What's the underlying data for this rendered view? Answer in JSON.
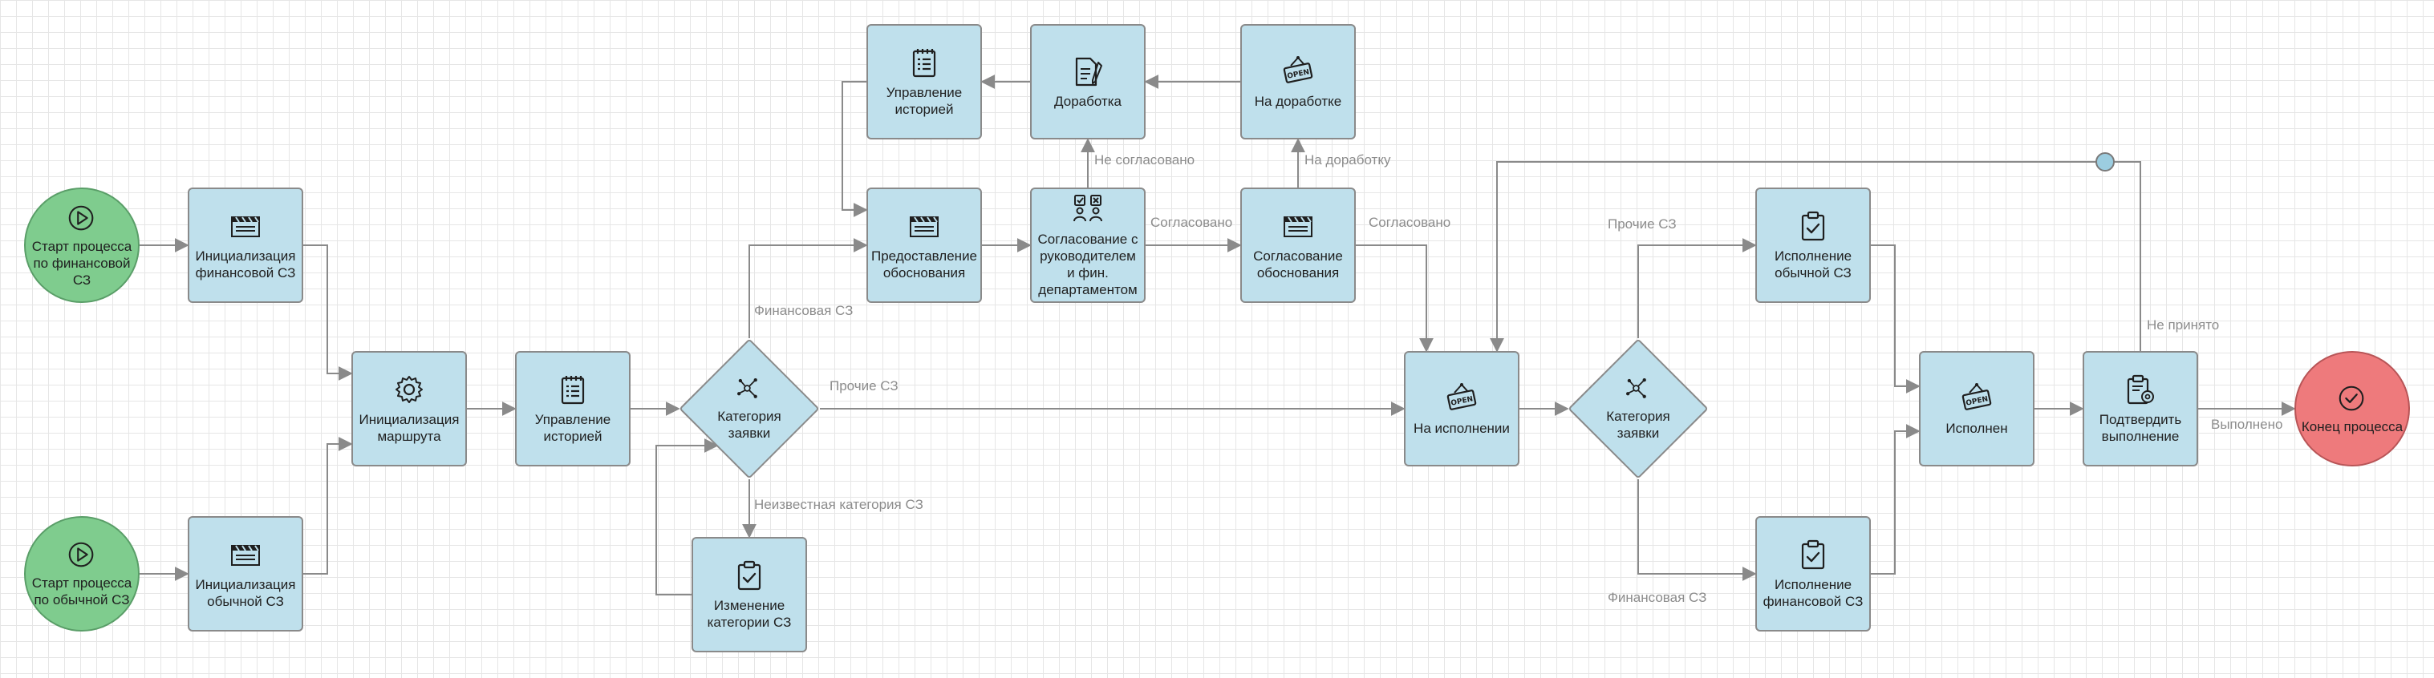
{
  "diagram": {
    "nodes": [
      {
        "id": "start_fin",
        "kind": "start",
        "label": "Старт процесса\nпо финансовой\nСЗ",
        "icon": "play-icon"
      },
      {
        "id": "start_reg",
        "kind": "start",
        "label": "Старт процесса\nпо обычной СЗ",
        "icon": "play-icon"
      },
      {
        "id": "init_fin",
        "kind": "task",
        "label": "Инициализация\nфинансовой СЗ",
        "icon": "clapper-icon"
      },
      {
        "id": "init_reg",
        "kind": "task",
        "label": "Инициализация\nобычной СЗ",
        "icon": "clapper-icon"
      },
      {
        "id": "init_route",
        "kind": "task",
        "label": "Инициализация\nмаршрута",
        "icon": "gear-icon"
      },
      {
        "id": "hist_main",
        "kind": "task",
        "label": "Управление\nисторией",
        "icon": "notepad-icon"
      },
      {
        "id": "gw_category1",
        "kind": "gateway",
        "label": "Категория\nзаявки",
        "icon": "network-icon"
      },
      {
        "id": "change_cat",
        "kind": "task",
        "label": "Изменение\nкатегории СЗ",
        "icon": "clipboard-check-icon"
      },
      {
        "id": "provide_just",
        "kind": "task",
        "label": "Предоставление\nобоснования",
        "icon": "clapper-icon"
      },
      {
        "id": "hist_top",
        "kind": "task",
        "label": "Управление\nисторией",
        "icon": "notepad-icon"
      },
      {
        "id": "rework",
        "kind": "task",
        "label": "Доработка",
        "icon": "document-pencil-icon"
      },
      {
        "id": "on_rework",
        "kind": "task",
        "label": "На доработке",
        "icon": "open-sign-icon"
      },
      {
        "id": "approve_mgr",
        "kind": "task",
        "label": "Согласование с\nруководителем\nи фин.\nдепартаментом",
        "icon": "vote-icon"
      },
      {
        "id": "approve_just",
        "kind": "task",
        "label": "Согласование\nобоснования",
        "icon": "clapper-icon"
      },
      {
        "id": "in_progress",
        "kind": "task",
        "label": "На исполнении",
        "icon": "open-sign-icon"
      },
      {
        "id": "gw_category2",
        "kind": "gateway",
        "label": "Категория\nзаявки",
        "icon": "network-icon"
      },
      {
        "id": "exec_reg",
        "kind": "task",
        "label": "Исполнение\nобычной СЗ",
        "icon": "clipboard-check-icon"
      },
      {
        "id": "exec_fin",
        "kind": "task",
        "label": "Исполнение\nфинансовой СЗ",
        "icon": "clipboard-check-icon"
      },
      {
        "id": "executed",
        "kind": "task",
        "label": "Исполнен",
        "icon": "open-sign-icon"
      },
      {
        "id": "confirm",
        "kind": "task",
        "label": "Подтвердить\nвыполнение",
        "icon": "clipboard-gear-icon"
      },
      {
        "id": "end",
        "kind": "end",
        "label": "Конец процесса",
        "icon": "check-circle-icon"
      }
    ],
    "edges": [
      {
        "from": "start_fin",
        "to": "init_fin",
        "label": ""
      },
      {
        "from": "start_reg",
        "to": "init_reg",
        "label": ""
      },
      {
        "from": "init_fin",
        "to": "init_route",
        "label": ""
      },
      {
        "from": "init_reg",
        "to": "init_route",
        "label": ""
      },
      {
        "from": "init_route",
        "to": "hist_main",
        "label": ""
      },
      {
        "from": "hist_main",
        "to": "gw_category1",
        "label": ""
      },
      {
        "from": "gw_category1",
        "to": "provide_just",
        "label": "Финансовая СЗ"
      },
      {
        "from": "gw_category1",
        "to": "in_progress",
        "label": "Прочие СЗ"
      },
      {
        "from": "gw_category1",
        "to": "change_cat",
        "label": "Неизвестная категория СЗ"
      },
      {
        "from": "change_cat",
        "to": "gw_category1",
        "label": ""
      },
      {
        "from": "provide_just",
        "to": "approve_mgr",
        "label": ""
      },
      {
        "from": "approve_mgr",
        "to": "rework",
        "label": "Не согласовано"
      },
      {
        "from": "approve_mgr",
        "to": "approve_just",
        "label": "Согласовано"
      },
      {
        "from": "approve_just",
        "to": "on_rework",
        "label": "На доработку"
      },
      {
        "from": "approve_just",
        "to": "in_progress",
        "label": "Согласовано"
      },
      {
        "from": "on_rework",
        "to": "rework",
        "label": ""
      },
      {
        "from": "rework",
        "to": "hist_top",
        "label": ""
      },
      {
        "from": "hist_top",
        "to": "provide_just",
        "label": ""
      },
      {
        "from": "in_progress",
        "to": "gw_category2",
        "label": ""
      },
      {
        "from": "gw_category2",
        "to": "exec_reg",
        "label": "Прочие СЗ"
      },
      {
        "from": "gw_category2",
        "to": "exec_fin",
        "label": "Финансовая СЗ"
      },
      {
        "from": "exec_reg",
        "to": "executed",
        "label": ""
      },
      {
        "from": "exec_fin",
        "to": "executed",
        "label": ""
      },
      {
        "from": "executed",
        "to": "confirm",
        "label": ""
      },
      {
        "from": "confirm",
        "to": "end",
        "label": "Выполнено"
      },
      {
        "from": "confirm",
        "to": "in_progress",
        "label": "Не принято"
      }
    ]
  },
  "colors": {
    "task_fill": "#bfe0ec",
    "start_fill": "#7fcc8e",
    "end_fill": "#ee7a7c",
    "edge": "#8a8a8a",
    "edge_label": "#8c8c8c",
    "connector_fill": "#9ccde0"
  }
}
